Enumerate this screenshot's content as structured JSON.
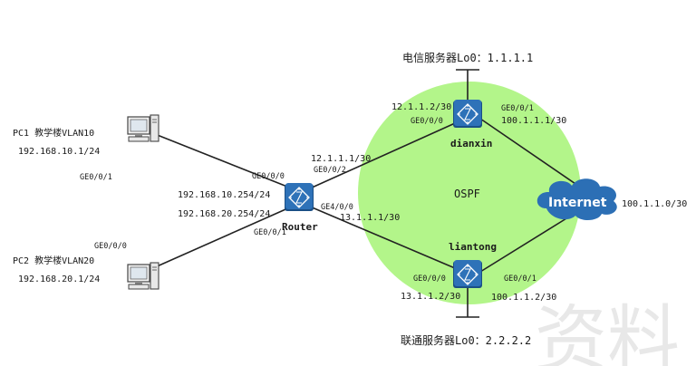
{
  "colors": {
    "ospf_area": "#b3f58a",
    "router_fill": "#2e72b8",
    "router_dark": "#1a4f86",
    "cloud_fill": "#2c6fb5",
    "link": "#222222"
  },
  "icons": {
    "router": "router-icon",
    "pc": "pc-icon",
    "cloud": "internet-cloud-icon"
  },
  "labels": {
    "dianxin_server": "电信服务器Lo0：1.1.1.1",
    "liantong_server": "联通服务器Lo0：2.2.2.2",
    "pc1_title": "PC1 教学楼VLAN10",
    "pc1_ip": "192.168.10.1/24",
    "pc2_title": "PC2 教学楼VLAN20",
    "pc2_ip": "192.168.20.1/24",
    "router_name": "Router",
    "dianxin_name": "dianxin",
    "liantong_name": "liantong",
    "ospf": "OSPF",
    "internet": "Internet",
    "pc1_port": "GE0/0/1",
    "pc2_port": "GE0/0/0",
    "router_ge000": "GE0/0/0",
    "router_vlan10_ip": "192.168.10.254/24",
    "router_vlan20_ip": "192.168.20.254/24",
    "router_ge001": "GE0/0/1",
    "router_ge002": "GE0/0/2",
    "router_ge400": "GE4/0/0",
    "link_r_dx_ip": "12.1.1.1/30",
    "link_r_lt_ip": "13.1.1.1/30",
    "dx_ge000": "GE0/0/0",
    "dx_ip_12": "12.1.1.2/30",
    "dx_ge001": "GE0/0/1",
    "dx_ip_100": "100.1.1.1/30",
    "lt_ge000": "GE0/0/0",
    "lt_ip_13": "13.1.1.2/30",
    "lt_ge001": "GE0/0/1",
    "lt_ip_100": "100.1.1.2/30",
    "internet_net": "100.1.1.0/30",
    "watermark": "资料"
  }
}
